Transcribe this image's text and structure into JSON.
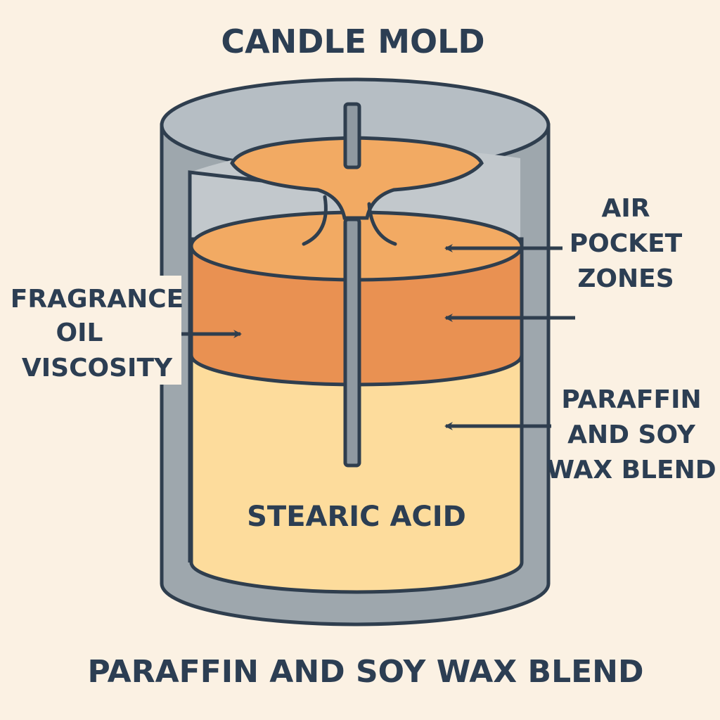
{
  "title": "CANDLE MOLD",
  "labels": {
    "fragrance": [
      "FRAGRANCE",
      "OIL",
      "VISCOSITY"
    ],
    "air_pocket": [
      "AIR",
      "POCKET",
      "ZONES"
    ],
    "blend_side": [
      "PARAFFIN",
      "AND SOY",
      "WAX BLEND"
    ],
    "stearic": "STEARIC ACID"
  },
  "footer": "PARAFFIN AND SOY WAX BLEND",
  "colors": {
    "background": "#fbf1e3",
    "mold": "#9ea7ad",
    "mold_rim": "#b6bec4",
    "mold_inner": "#c9ced2",
    "outline": "#2f3e4e",
    "wax_top": "#f2aa63",
    "fragrance_layer": "#e99152",
    "base_wax": "#fddc9c",
    "wick": "#8f99a1"
  }
}
